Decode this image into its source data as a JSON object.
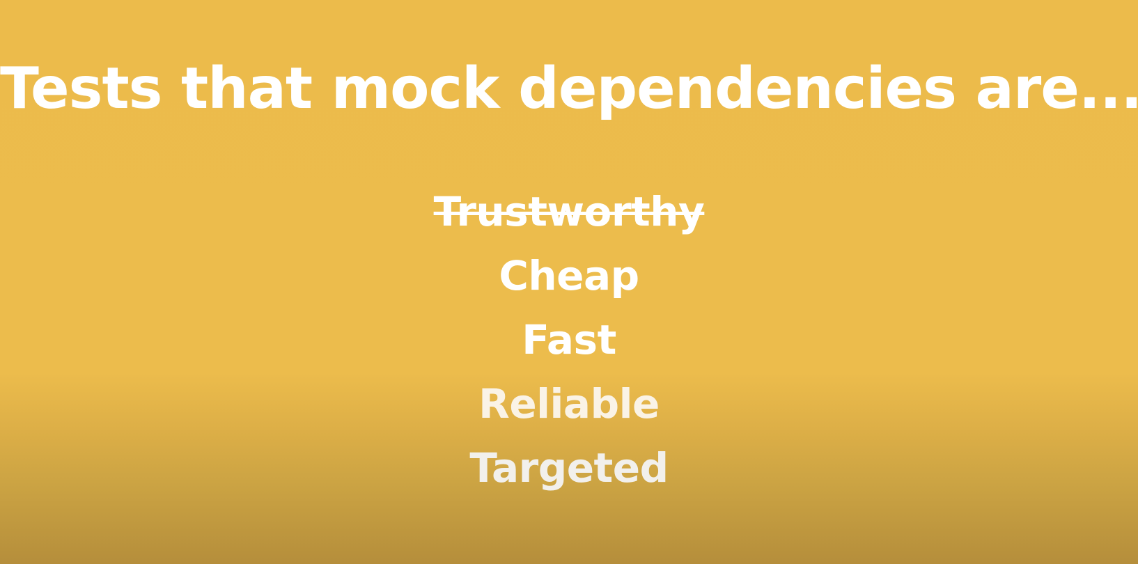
{
  "slide": {
    "title": "Tests that mock dependencies are...",
    "items": [
      {
        "label": "Trustworthy",
        "struck": true
      },
      {
        "label": "Cheap",
        "struck": false
      },
      {
        "label": "Fast",
        "struck": false
      },
      {
        "label": "Reliable",
        "struck": false
      },
      {
        "label": "Targeted",
        "struck": false
      }
    ],
    "colors": {
      "background": "#ECBB4B",
      "text": "#FFFFFF"
    }
  }
}
